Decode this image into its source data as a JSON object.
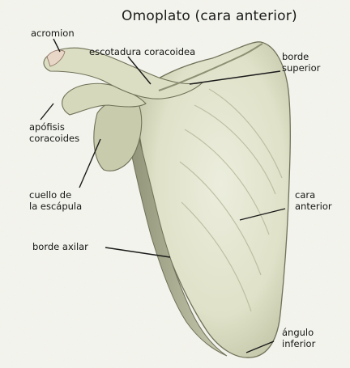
{
  "title": "Omoplato (cara anterior)",
  "labels": {
    "acromion": "acromion",
    "escotadura": "escotadura coracoidea",
    "borde_superior": [
      "borde",
      "superior"
    ],
    "apofisis": [
      "apófisis",
      "coracoides"
    ],
    "cuello": [
      "cuello de",
      "la escápula"
    ],
    "cara_anterior": [
      "cara",
      "anterior"
    ],
    "borde_axilar": "borde axilar",
    "angulo_inferior": [
      "ángulo",
      "inferior"
    ]
  }
}
